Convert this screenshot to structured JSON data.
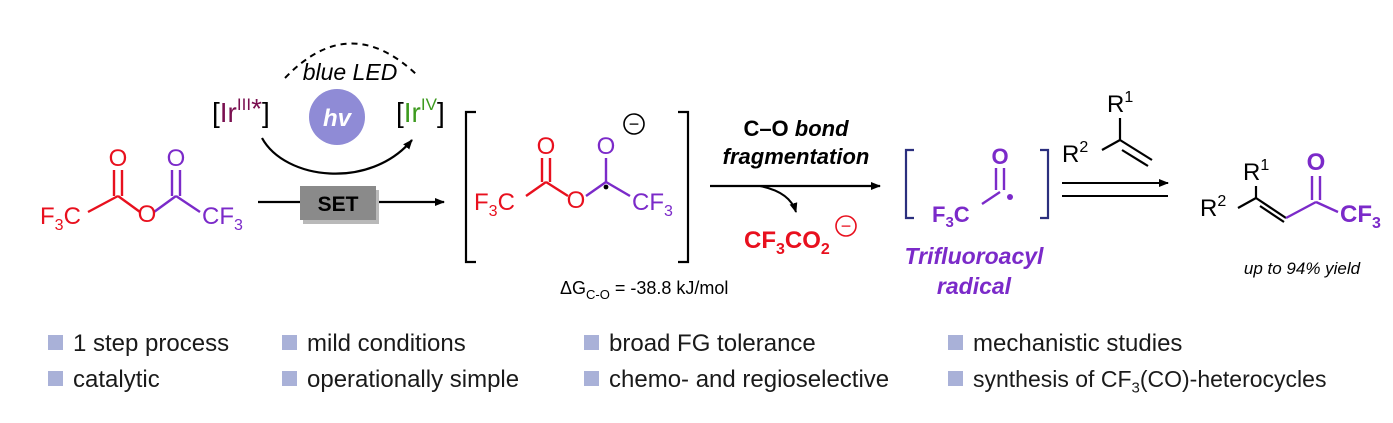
{
  "colors": {
    "red": "#e8101e",
    "purple": "#7b2ac9",
    "dark_red": "#7a1050",
    "green": "#3d9a1e",
    "navy": "#2b2f7e",
    "hv_circle": "#8f8bd6",
    "bullet": "#a9b1d8"
  },
  "photocat": {
    "blue_led": "blue LED",
    "ir_left_base": "Ir",
    "ir_left_sup": "III",
    "ir_left_star": "*",
    "ir_right_base": "Ir",
    "ir_right_sup": "IV",
    "hv": "hv",
    "set": "SET",
    "bracket_l": "[",
    "bracket_r": "]"
  },
  "molecules": {
    "o": "O",
    "f": "F",
    "c": "C",
    "sub3": "3",
    "cf": "CF",
    "minus": "−",
    "byproduct_cf": "CF",
    "byproduct_co": "CO",
    "byproduct_sub2": "2",
    "r": "R",
    "sup1": "1",
    "sup2": "2"
  },
  "energy": {
    "delta": "ΔG",
    "sub": "C-O",
    "value": " = -38.8 kJ/mol"
  },
  "fragmentation": {
    "line1_bold": "C–O",
    "line1_italic": " bond",
    "line2": "fragmentation"
  },
  "radical_label": {
    "line1": "Trifluoroacyl",
    "line2": "radical"
  },
  "yield": "up to 94% yield",
  "features": {
    "col1": [
      "1 step process",
      "catalytic"
    ],
    "col2": [
      "mild conditions",
      "operationally simple"
    ],
    "col3": [
      "broad FG tolerance",
      "chemo- and regioselective"
    ],
    "col4_a": "mechanistic studies",
    "col4_b_pre": "synthesis of CF",
    "col4_b_sub": "3",
    "col4_b_post": "(CO)-heterocycles"
  }
}
